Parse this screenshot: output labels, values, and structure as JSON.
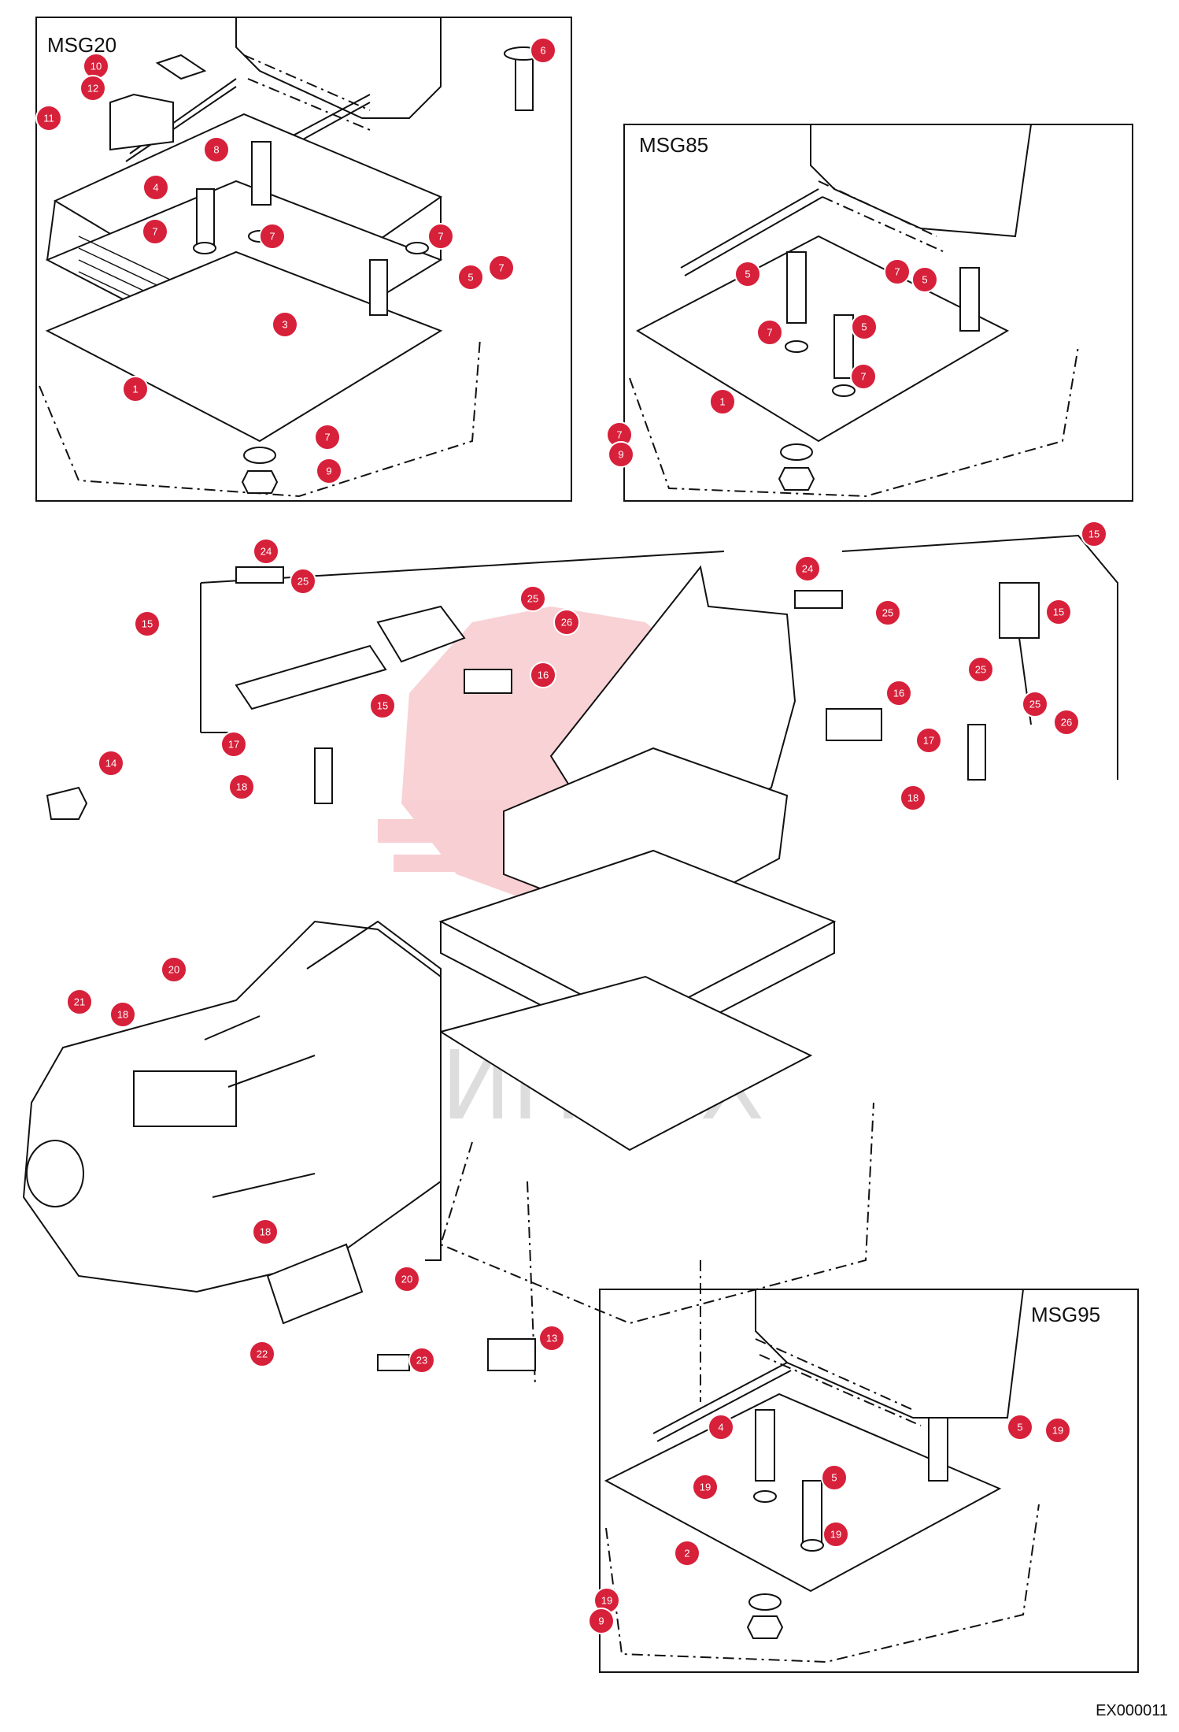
{
  "panels": {
    "msg20": "MSG20",
    "msg85": "MSG85",
    "msg95": "MSG95"
  },
  "watermark": "ИНТЕХ",
  "reference_code": "EX000011",
  "callouts": {
    "msg20": [
      "10",
      "12",
      "11",
      "6",
      "8",
      "4",
      "7",
      "7",
      "7",
      "5",
      "7",
      "3",
      "1",
      "7",
      "9"
    ],
    "msg85": [
      "5",
      "7",
      "5",
      "5",
      "7",
      "7",
      "1",
      "7",
      "9"
    ],
    "main": [
      "24",
      "25",
      "15",
      "15",
      "25",
      "26",
      "16",
      "24",
      "25",
      "15",
      "15",
      "25",
      "16",
      "25",
      "26",
      "17",
      "14",
      "17",
      "18",
      "18",
      "20",
      "21",
      "18",
      "18",
      "20",
      "22",
      "23",
      "13"
    ],
    "msg95": [
      "4",
      "5",
      "19",
      "5",
      "19",
      "19",
      "2",
      "19",
      "9"
    ]
  }
}
